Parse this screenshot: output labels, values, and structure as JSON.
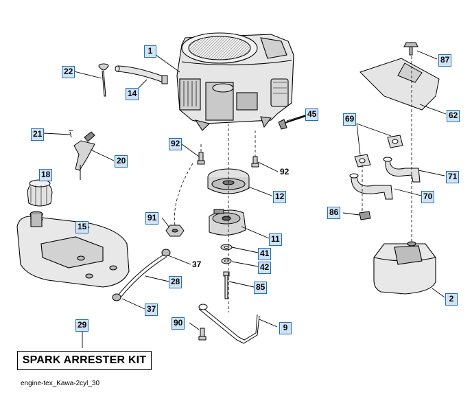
{
  "callouts": {
    "c1": "1",
    "c2": "2",
    "c9": "9",
    "c11": "11",
    "c12": "12",
    "c14": "14",
    "c15": "15",
    "c18": "18",
    "c20": "20",
    "c21": "21",
    "c22": "22",
    "c28": "28",
    "c29": "29",
    "c37a": "37",
    "c37b": "37",
    "c41": "41",
    "c42": "42",
    "c45": "45",
    "c62": "62",
    "c69": "69",
    "c70": "70",
    "c71": "71",
    "c85": "85",
    "c86": "86",
    "c87": "87",
    "c90": "90",
    "c91": "91",
    "c92a": "92",
    "c92b": "92"
  },
  "kit_label": "SPARK ARRESTER KIT",
  "caption": "engine-tex_Kawa-2cyl_30",
  "colors": {
    "callout_border": "#1e6fb3",
    "callout_fill": "#cfe3f5",
    "line_art": "#000000",
    "part_shade": "#d9d9d9"
  }
}
